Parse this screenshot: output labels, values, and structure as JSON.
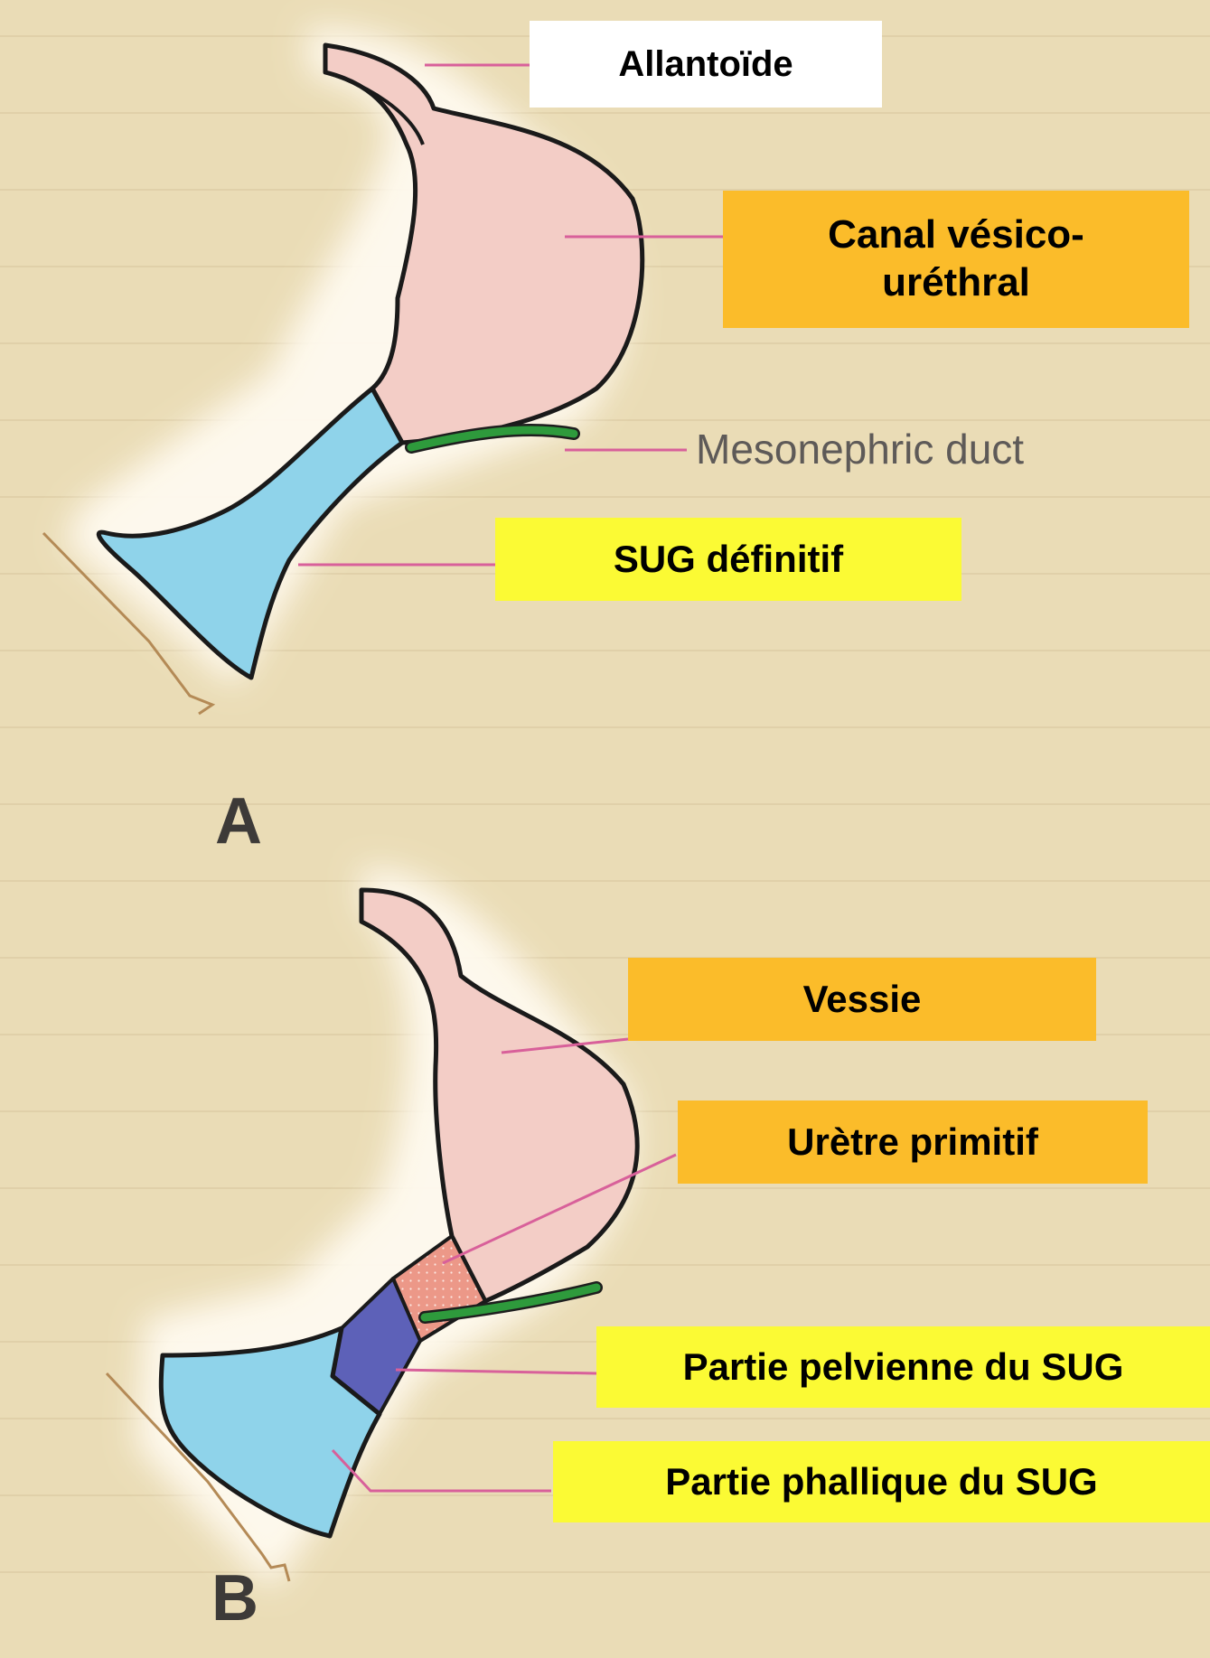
{
  "figure": {
    "panel_a": {
      "letter": "A",
      "labels": {
        "allantoide": "Allantoïde",
        "canal_vesico_urethral_line1": "Canal vésico-",
        "canal_vesico_urethral_line2": "uréthral",
        "mesonephric_duct": "Mesonephric duct",
        "sug_definitif": "SUG définitif"
      }
    },
    "panel_b": {
      "letter": "B",
      "labels": {
        "vessie": "Vessie",
        "uretre_primitif": "Urètre primitif",
        "partie_pelvienne": "Partie pelvienne du SUG",
        "partie_phallique": "Partie phallique du SUG"
      }
    }
  },
  "colors": {
    "background": "#eadcb6",
    "bladder_pink": "#f3cdc6",
    "sug_blue": "#8fd3ea",
    "pelvic_purple": "#5d61b8",
    "urethra_salmon": "#ec9888",
    "duct_green": "#2e9a3c",
    "leader_pink": "#d8609a",
    "orange_label": "#fbbc2a",
    "yellow_label": "#fbfa34"
  }
}
